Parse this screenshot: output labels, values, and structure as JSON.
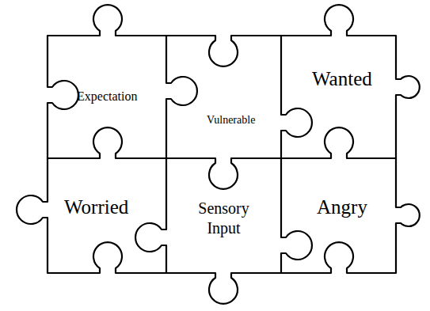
{
  "diagram": {
    "nodes": [
      {
        "text": [
          "Expectation"
        ]
      },
      {
        "text": [
          "Vulnerable"
        ]
      },
      {
        "text": [
          "Wanted"
        ]
      },
      {
        "text": [
          "Worried"
        ]
      },
      {
        "text": [
          "Sensory Input"
        ]
      },
      {
        "text": [
          "Angry"
        ]
      }
    ]
  }
}
